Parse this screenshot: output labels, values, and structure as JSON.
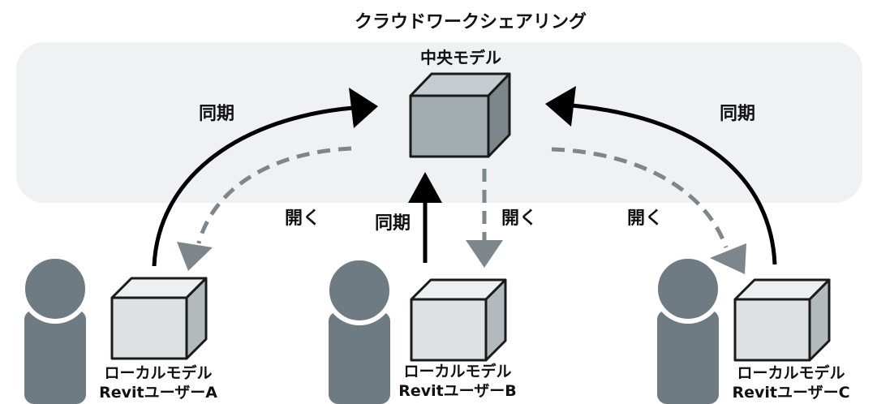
{
  "title": "クラウドワークシェアリング",
  "central_model": {
    "label": "中央モデル"
  },
  "labels": {
    "sync": "同期",
    "open": "開く"
  },
  "users": [
    {
      "model_label": "ローカルモデル",
      "user_label": "RevitユーザーA"
    },
    {
      "model_label": "ローカルモデル",
      "user_label": "RevitユーザーB"
    },
    {
      "model_label": "ローカルモデル",
      "user_label": "RevitユーザーC"
    }
  ],
  "colors": {
    "cloud_bg": "#f0f1f2",
    "central_front": "#a3acb1",
    "central_top": "#c6cccf",
    "central_side": "#7d868b",
    "local_front": "#dde1e3",
    "local_top": "#edf0f1",
    "local_side": "#b3babe",
    "person": "#6f7b82",
    "sync_arrow": "#000000",
    "open_arrow": "#7c868b"
  }
}
